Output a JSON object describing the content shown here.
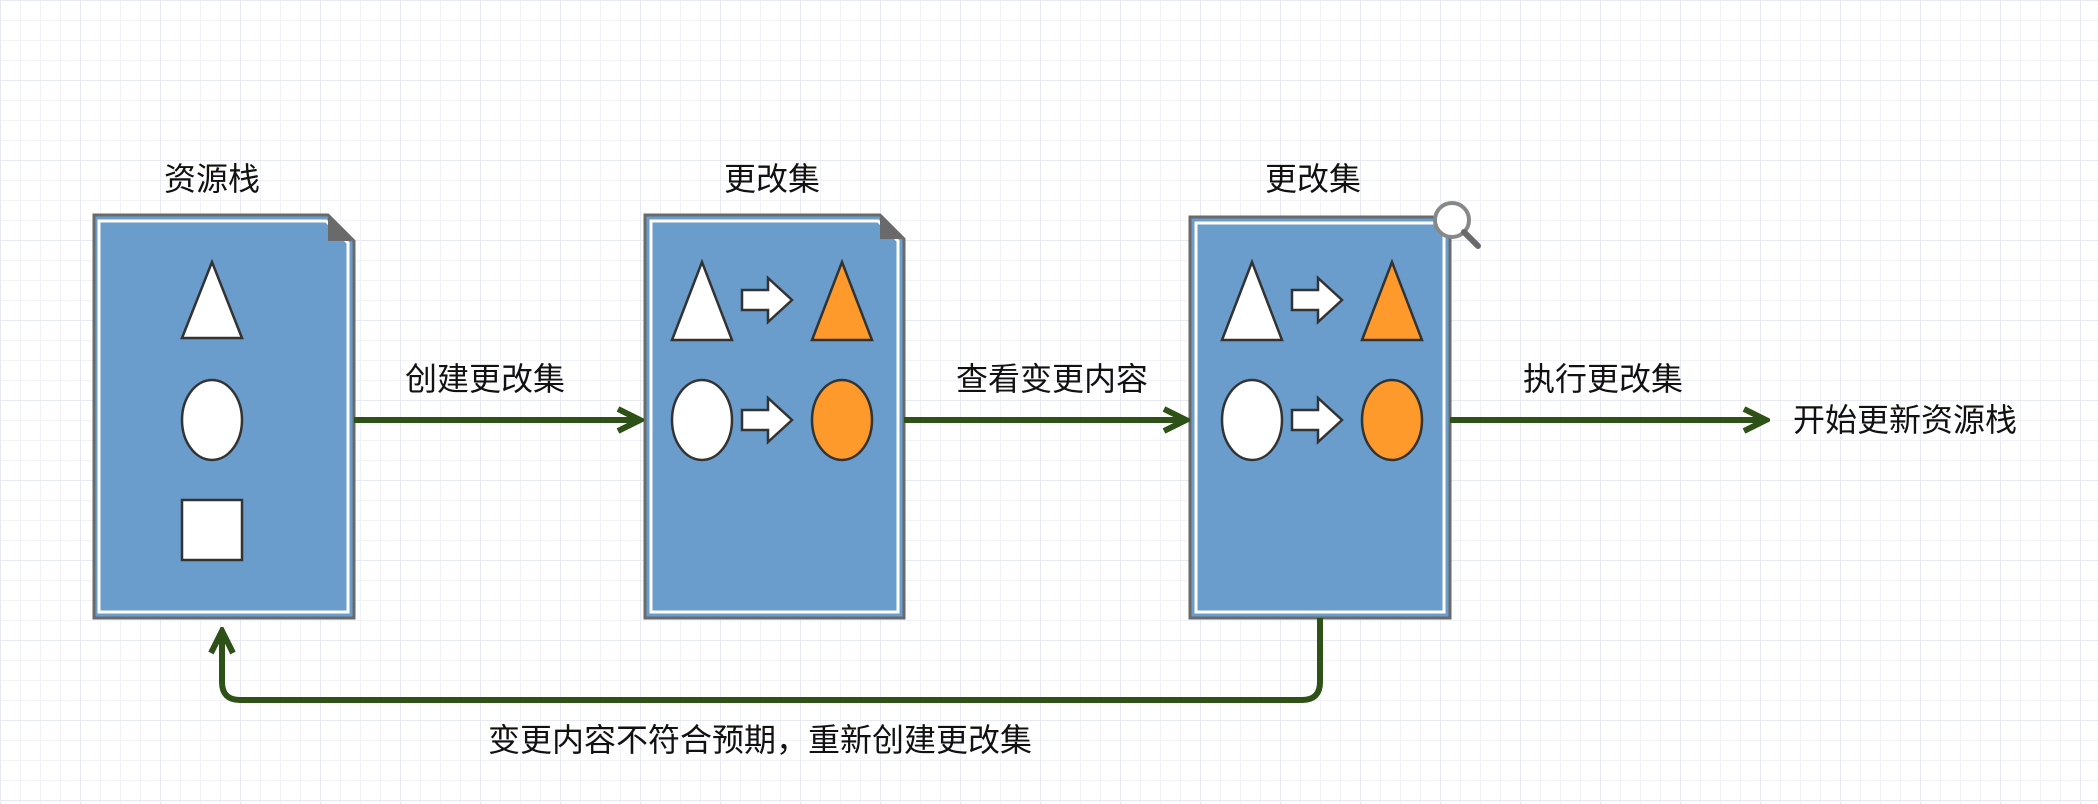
{
  "colors": {
    "doc_fill": "#6b9dcc",
    "doc_border": "#6a6a6a",
    "changed_fill": "#fd9a2b",
    "arrow": "#2d5117"
  },
  "nodes": {
    "stack": {
      "title": "资源栈"
    },
    "changeset": {
      "title": "更改集"
    },
    "review": {
      "title": "更改集"
    }
  },
  "edges": {
    "create": {
      "label": "创建更改集"
    },
    "view": {
      "label": "查看变更内容"
    },
    "execute": {
      "label": "执行更改集"
    },
    "recreate": {
      "label": "变更内容不符合预期，重新创建更改集"
    }
  },
  "result": {
    "label": "开始更新资源栈"
  },
  "icons": {
    "doc_corner": "folded-corner-icon",
    "review": "magnifier-icon",
    "transform": "right-arrow-icon"
  }
}
